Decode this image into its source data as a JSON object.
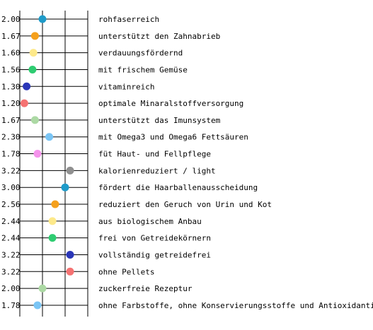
{
  "chart_data": {
    "type": "scatter",
    "xlim": [
      1.0,
      4.0
    ],
    "grid": true,
    "legend": "none",
    "points": [
      {
        "label": "rohfaserreich",
        "value": 2.0,
        "value_text": "2.00",
        "color": "#1f9bc9"
      },
      {
        "label": "unterstützt den Zahnabrieb",
        "value": 1.67,
        "value_text": "1.67",
        "color": "#f5a01c"
      },
      {
        "label": "verdauungsfördernd",
        "value": 1.6,
        "value_text": "1.60",
        "color": "#fde98a"
      },
      {
        "label": "mit frischem Gemüse",
        "value": 1.56,
        "value_text": "1.56",
        "color": "#2ecc71"
      },
      {
        "label": "vitaminreich",
        "value": 1.3,
        "value_text": "1.30",
        "color": "#2a36b8"
      },
      {
        "label": "optimale Minaralstoffversorgung",
        "value": 1.2,
        "value_text": "1.20",
        "color": "#f57272"
      },
      {
        "label": "unterstützt das Imunsystem",
        "value": 1.67,
        "value_text": "1.67",
        "color": "#acd9a4"
      },
      {
        "label": "mit Omega3 und Omega6 Fettsäuren",
        "value": 2.3,
        "value_text": "2.30",
        "color": "#7ac5f5"
      },
      {
        "label": "füt Haut- und Fellpflege",
        "value": 1.78,
        "value_text": "1.78",
        "color": "#f593ec"
      },
      {
        "label": "kalorienreduziert / light",
        "value": 3.22,
        "value_text": "3.22",
        "color": "#8f8f8f"
      },
      {
        "label": "fördert die Haarballenausscheidung",
        "value": 3.0,
        "value_text": "3.00",
        "color": "#1f9bc9"
      },
      {
        "label": "reduziert den Geruch von Urin und Kot",
        "value": 2.56,
        "value_text": "2.56",
        "color": "#f5a01c"
      },
      {
        "label": "aus biologischem Anbau",
        "value": 2.44,
        "value_text": "2.44",
        "color": "#fde98a"
      },
      {
        "label": "frei von Getreidekörnern",
        "value": 2.44,
        "value_text": "2.44",
        "color": "#2ecc71"
      },
      {
        "label": "vollständig getreidefrei",
        "value": 3.22,
        "value_text": "3.22",
        "color": "#2a36b8"
      },
      {
        "label": "ohne Pellets",
        "value": 3.22,
        "value_text": "3.22",
        "color": "#f57272"
      },
      {
        "label": "zuckerfreie Rezeptur",
        "value": 2.0,
        "value_text": "2.00",
        "color": "#acd9a4"
      },
      {
        "label": "ohne Farbstoffe, ohne Konservierungsstoffe und Antioxidantien",
        "value": 1.78,
        "value_text": "1.78",
        "color": "#7ac5f5"
      }
    ]
  }
}
